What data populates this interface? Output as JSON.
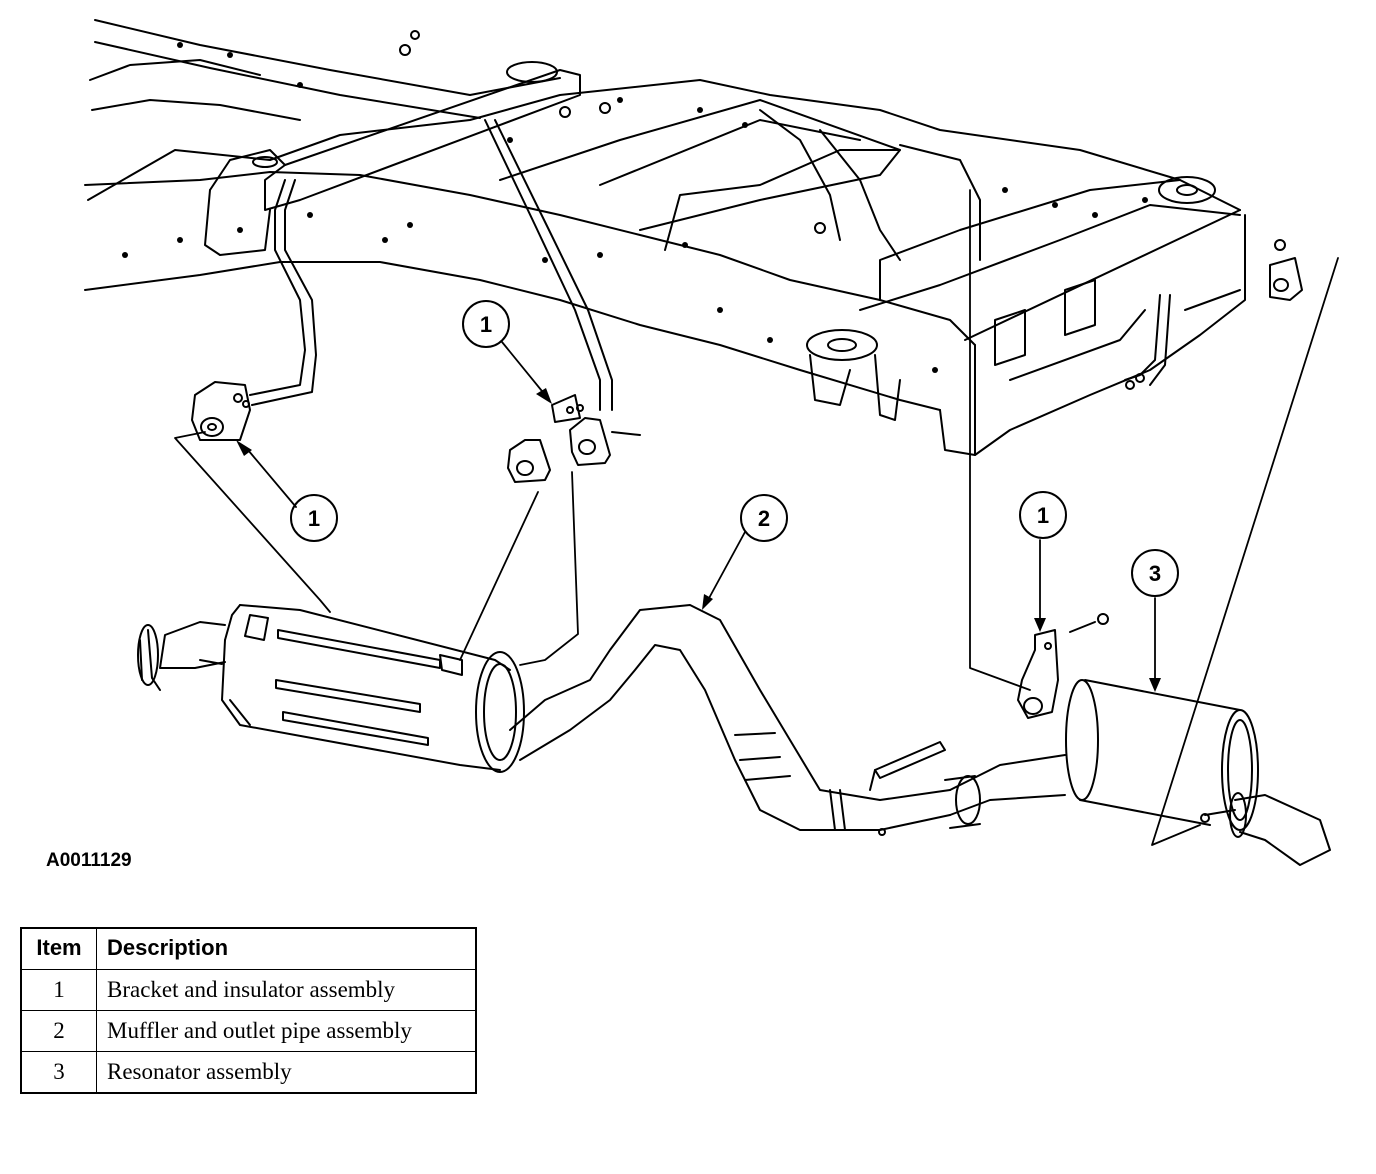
{
  "figure_id": "A0011129",
  "callouts": [
    {
      "label": "1",
      "points_to": "bracket-front-left"
    },
    {
      "label": "1",
      "points_to": "bracket-front-right"
    },
    {
      "label": "1",
      "points_to": "bracket-rear"
    },
    {
      "label": "2",
      "points_to": "muffler-outlet-pipe"
    },
    {
      "label": "3",
      "points_to": "resonator"
    }
  ],
  "table": {
    "headers": {
      "item": "Item",
      "description": "Description"
    },
    "rows": [
      {
        "item": "1",
        "description": "Bracket and insulator assembly"
      },
      {
        "item": "2",
        "description": "Muffler and outlet pipe assembly"
      },
      {
        "item": "3",
        "description": "Resonator assembly"
      }
    ]
  }
}
